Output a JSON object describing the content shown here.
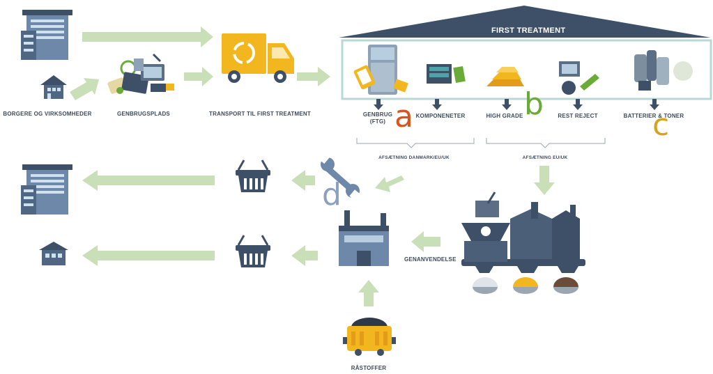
{
  "title": "FIRST TREATMENT",
  "labels": {
    "citizens": "BORGERE OG VIRKSOMHEDER",
    "recycling_center": "GENBRUGSPLADS",
    "transport": "TRANSPORT TIL FIRST TREATMENT",
    "reuse": "GENBRUG",
    "reuse_sub": "(FTG)",
    "components": "KOMPONENETER",
    "high_grade": "HIGH GRADE",
    "rest_reject": "REST REJECT",
    "batteries": "BATTERIER & TONER",
    "sales_dk_eu": "AFSÆTNING DANMARK/EU/UK",
    "sales_eu": "AFSÆTNING EU/UK",
    "recycling": "GENANVENDELSE",
    "raw_materials": "RÅSTOFFER"
  },
  "annotations": {
    "a": "a",
    "b": "b",
    "c": "c",
    "d": "d"
  },
  "colors": {
    "navy": "#3d5068",
    "arrow_green": "#c9dfb8",
    "truck_yellow": "#f2b71f",
    "building_blue": "#6d88a8",
    "letter_a": "#d9531e",
    "letter_b": "#6aaa36",
    "letter_c": "#d8a21a",
    "letter_d": "#8da0c0"
  },
  "icons": [
    "building-icon",
    "house-icon",
    "scrap-pile-icon",
    "truck-icon",
    "fridge-icon",
    "circuit-board-icon",
    "gold-bars-icon",
    "robot-arm-icon",
    "batteries-icon",
    "shopping-basket-icon",
    "wrench-icon",
    "factory-icon",
    "smelter-icon",
    "ore-cart-icon"
  ]
}
